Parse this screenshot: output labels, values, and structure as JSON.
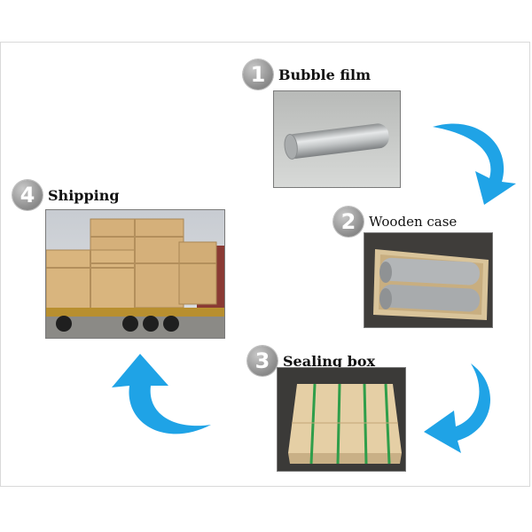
{
  "steps": [
    {
      "number": "1",
      "label": "Bubble film"
    },
    {
      "number": "2",
      "label": "Wooden case"
    },
    {
      "number": "3",
      "label": "Sealing box"
    },
    {
      "number": "4",
      "label": "Shipping"
    }
  ],
  "colors": {
    "arrow": "#1fa3e6",
    "badge": "#9a9a9a",
    "wood": "#d9b98a"
  },
  "icons": [
    "cycle-arrow-icon",
    "number-badge-icon"
  ]
}
